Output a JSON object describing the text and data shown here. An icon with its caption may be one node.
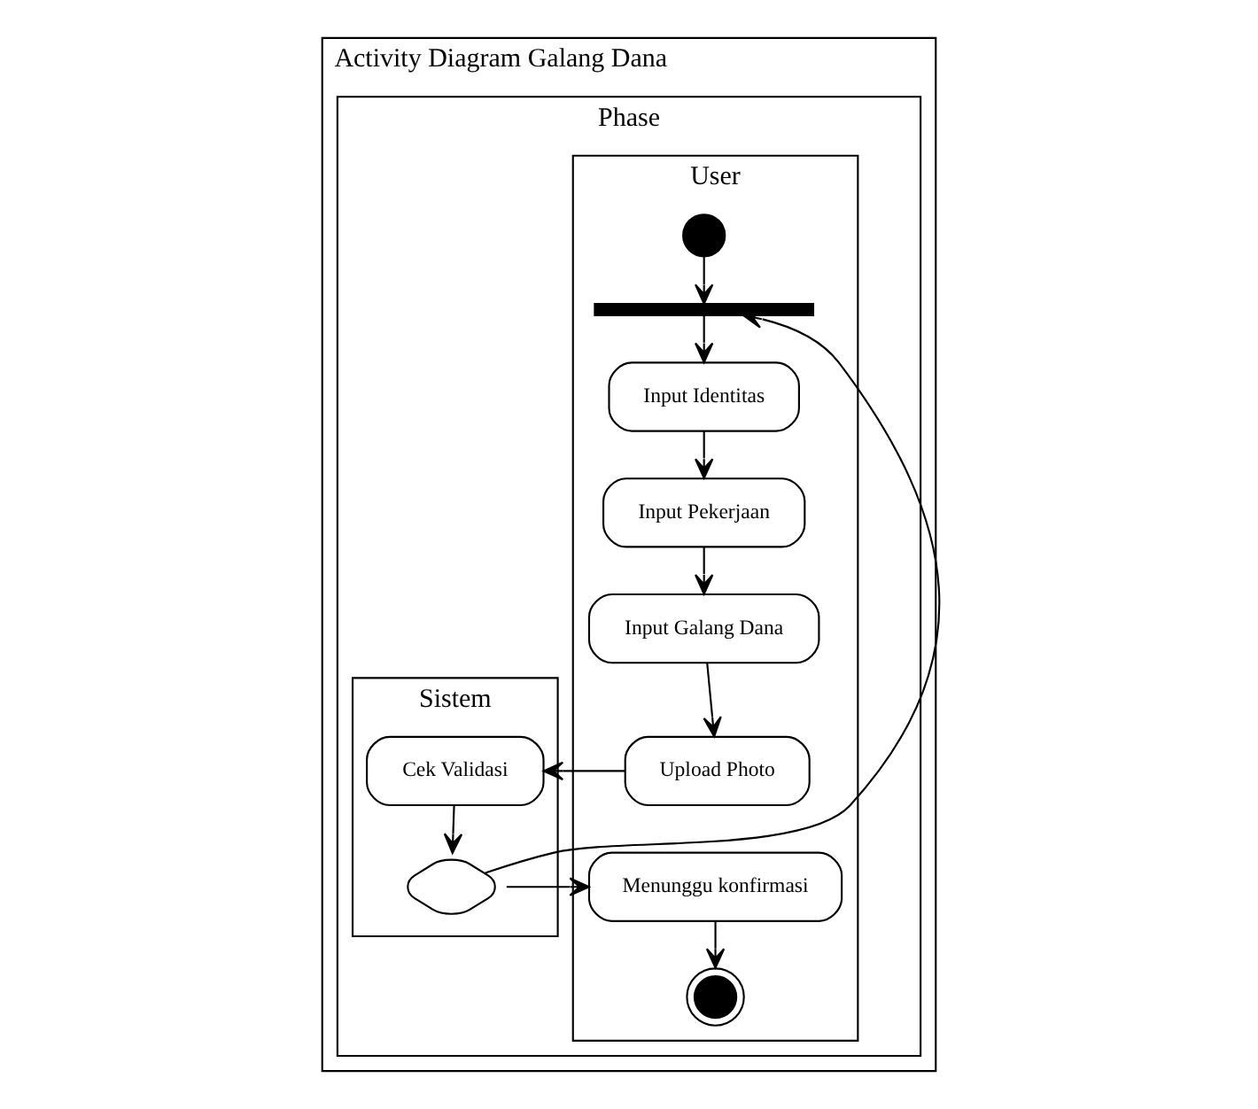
{
  "diagram": {
    "nodes": [
      {
        "text": [
          "Activity Diagram Galang Dana"
        ]
      },
      {
        "text": [
          "Phase"
        ],
        "in": 0
      },
      {
        "text": [
          "User"
        ],
        "in": 1
      },
      {
        "text": [
          "Sistem"
        ],
        "in": 1
      },
      {
        "text": [],
        "shape": "circle",
        "in": 2
      },
      {
        "text": [],
        "shape": "bar",
        "in": 2
      },
      {
        "text": [
          "Input Identitas"
        ],
        "in": 2
      },
      {
        "text": [
          "Input Pekerjaan"
        ],
        "in": 2
      },
      {
        "text": [
          "Input Galang Dana"
        ],
        "in": 2
      },
      {
        "text": [
          "Upload Photo"
        ],
        "in": 2
      },
      {
        "text": [
          "Menunggu konfirmasi"
        ],
        "in": 2
      },
      {
        "text": [],
        "shape": "circle",
        "in": 2
      },
      {
        "text": [
          "Cek Validasi"
        ],
        "in": 3
      },
      {
        "text": [],
        "shape": "diamond",
        "in": 3
      }
    ],
    "edges": [
      {
        "from": 4,
        "to": 5,
        "arrow": "to"
      },
      {
        "from": 5,
        "to": 6,
        "arrow": "to"
      },
      {
        "from": 6,
        "to": 7,
        "arrow": "to"
      },
      {
        "from": 7,
        "to": 8,
        "arrow": "to"
      },
      {
        "from": 8,
        "to": 9,
        "arrow": "to"
      },
      {
        "from": 9,
        "to": 12,
        "arrow": "to"
      },
      {
        "from": 12,
        "to": 13,
        "arrow": "to"
      },
      {
        "from": 13,
        "to": 10,
        "arrow": "to"
      },
      {
        "from": 13,
        "to": 5,
        "arrow": "to"
      },
      {
        "from": 10,
        "to": 11,
        "arrow": "to"
      }
    ]
  }
}
